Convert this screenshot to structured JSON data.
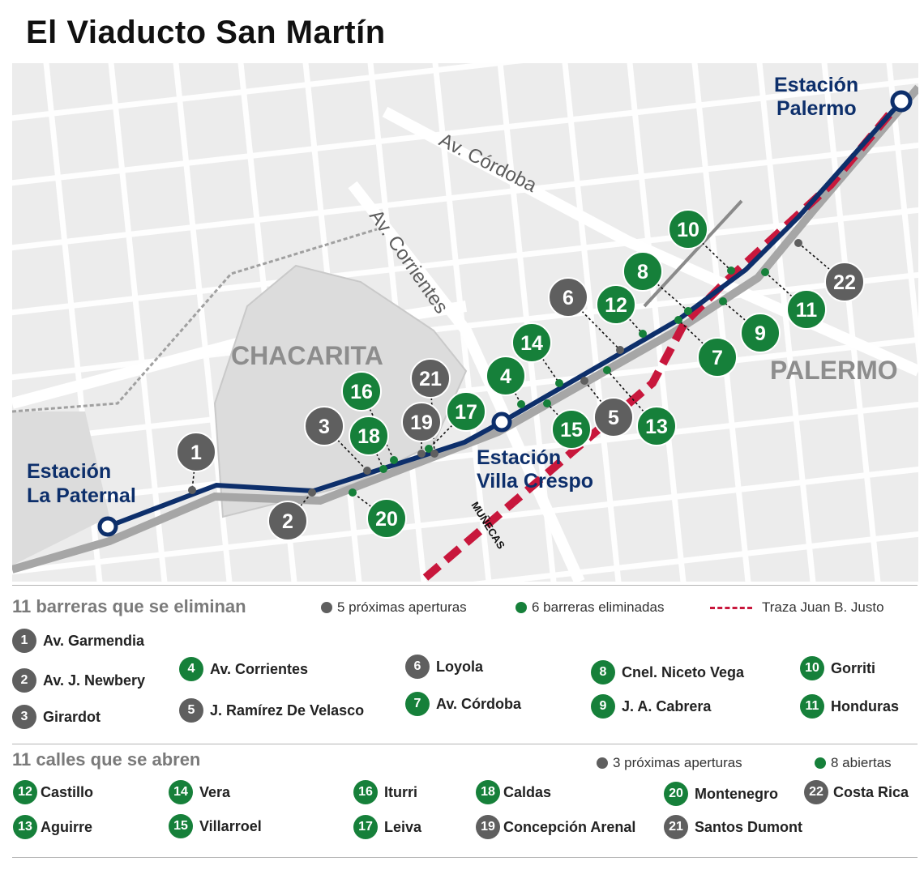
{
  "title": "El Viaducto San Martín",
  "map": {
    "stations": {
      "palermo": [
        "Estación",
        "Palermo"
      ],
      "villa_crespo": [
        "Estación",
        "Villa Crespo"
      ],
      "la_paternal": [
        "Estación",
        "La Paternal"
      ]
    },
    "avenues": {
      "cordoba": "Av. Córdoba",
      "corrientes": "Av. Corrientes",
      "munecas": "MUÑECAS"
    },
    "districts": {
      "chacarita": "CHACARITA",
      "palermo": "PALERMO"
    },
    "markers": [
      {
        "n": "1",
        "status": "proximas"
      },
      {
        "n": "2",
        "status": "proximas"
      },
      {
        "n": "3",
        "status": "proximas"
      },
      {
        "n": "4",
        "status": "eliminada"
      },
      {
        "n": "5",
        "status": "proximas"
      },
      {
        "n": "6",
        "status": "proximas"
      },
      {
        "n": "7",
        "status": "eliminada"
      },
      {
        "n": "8",
        "status": "eliminada"
      },
      {
        "n": "9",
        "status": "eliminada"
      },
      {
        "n": "10",
        "status": "eliminada"
      },
      {
        "n": "11",
        "status": "eliminada"
      },
      {
        "n": "12",
        "status": "abierta"
      },
      {
        "n": "13",
        "status": "abierta"
      },
      {
        "n": "14",
        "status": "abierta"
      },
      {
        "n": "15",
        "status": "abierta"
      },
      {
        "n": "16",
        "status": "abierta"
      },
      {
        "n": "17",
        "status": "abierta"
      },
      {
        "n": "18",
        "status": "abierta"
      },
      {
        "n": "19",
        "status": "proximas"
      },
      {
        "n": "20",
        "status": "abierta"
      },
      {
        "n": "21",
        "status": "proximas"
      },
      {
        "n": "22",
        "status": "proximas"
      }
    ]
  },
  "barreras": {
    "heading": "11 barreras que se eliminan",
    "legend": {
      "proximas": "5 próximas aperturas",
      "eliminadas": "6 barreras eliminadas",
      "traza": "Traza Juan B. Justo"
    },
    "items": [
      {
        "n": "1",
        "label": "Av. Garmendia"
      },
      {
        "n": "2",
        "label": "Av. J. Newbery"
      },
      {
        "n": "3",
        "label": "Girardot"
      },
      {
        "n": "4",
        "label": "Av. Corrientes"
      },
      {
        "n": "5",
        "label": "J. Ramírez De Velasco"
      },
      {
        "n": "6",
        "label": "Loyola"
      },
      {
        "n": "7",
        "label": "Av. Córdoba"
      },
      {
        "n": "8",
        "label": "Cnel. Niceto Vega"
      },
      {
        "n": "9",
        "label": "J. A. Cabrera"
      },
      {
        "n": "10",
        "label": "Gorriti"
      },
      {
        "n": "11",
        "label": "Honduras"
      }
    ]
  },
  "calles": {
    "heading": "11 calles que se abren",
    "legend": {
      "proximas": "3 próximas aperturas",
      "abiertas": "8 abiertas"
    },
    "items": [
      {
        "n": "12",
        "label": "Castillo"
      },
      {
        "n": "13",
        "label": "Aguirre"
      },
      {
        "n": "14",
        "label": "Vera"
      },
      {
        "n": "15",
        "label": "Villarroel"
      },
      {
        "n": "16",
        "label": "Iturri"
      },
      {
        "n": "17",
        "label": "Leiva"
      },
      {
        "n": "18",
        "label": "Caldas"
      },
      {
        "n": "19",
        "label": "Concepción Arenal"
      },
      {
        "n": "20",
        "label": "Montenegro"
      },
      {
        "n": "21",
        "label": "Santos Dumont"
      },
      {
        "n": "22",
        "label": "Costa Rica"
      }
    ]
  },
  "colors": {
    "green": "#16803a",
    "gray": "#5f5f5f",
    "navy": "#0d2f6b",
    "red": "#c8173c"
  }
}
